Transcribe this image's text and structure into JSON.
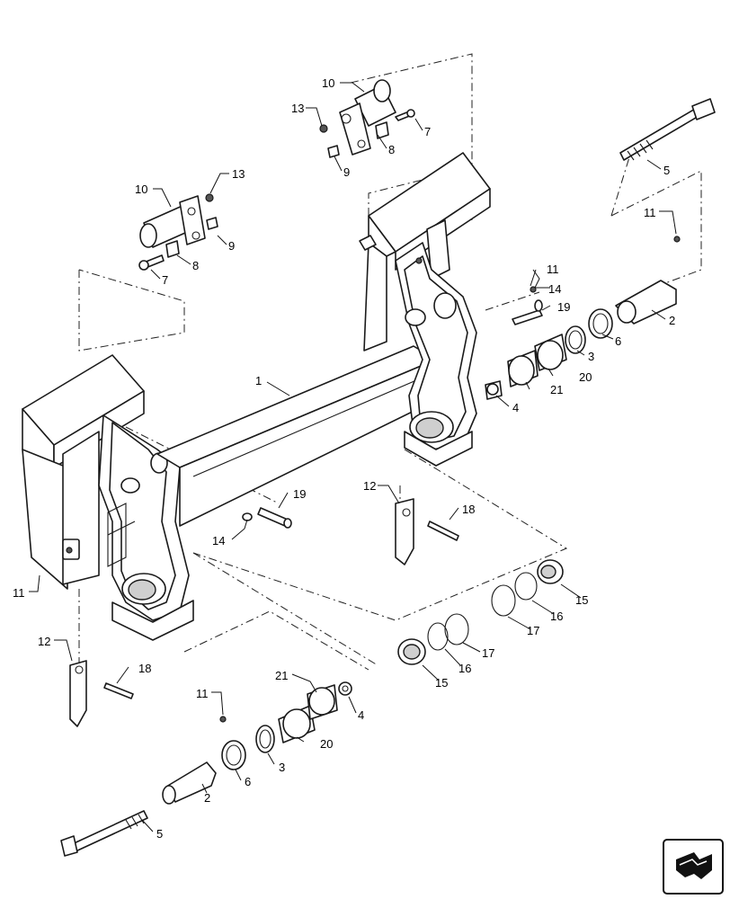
{
  "diagram": {
    "callouts": [
      {
        "id": "c1",
        "label": "1"
      },
      {
        "id": "c2a",
        "label": "2"
      },
      {
        "id": "c2b",
        "label": "2"
      },
      {
        "id": "c3a",
        "label": "3"
      },
      {
        "id": "c3b",
        "label": "3"
      },
      {
        "id": "c4a",
        "label": "4"
      },
      {
        "id": "c4b",
        "label": "4"
      },
      {
        "id": "c5a",
        "label": "5"
      },
      {
        "id": "c5b",
        "label": "5"
      },
      {
        "id": "c6a",
        "label": "6"
      },
      {
        "id": "c6b",
        "label": "6"
      },
      {
        "id": "c7a",
        "label": "7"
      },
      {
        "id": "c7b",
        "label": "7"
      },
      {
        "id": "c8a",
        "label": "8"
      },
      {
        "id": "c8b",
        "label": "8"
      },
      {
        "id": "c9a",
        "label": "9"
      },
      {
        "id": "c9b",
        "label": "9"
      },
      {
        "id": "c10a",
        "label": "10"
      },
      {
        "id": "c10b",
        "label": "10"
      },
      {
        "id": "c11a",
        "label": "11"
      },
      {
        "id": "c11b",
        "label": "11"
      },
      {
        "id": "c11c",
        "label": "11"
      },
      {
        "id": "c11d",
        "label": "11"
      },
      {
        "id": "c12a",
        "label": "12"
      },
      {
        "id": "c12b",
        "label": "12"
      },
      {
        "id": "c13a",
        "label": "13"
      },
      {
        "id": "c13b",
        "label": "13"
      },
      {
        "id": "c14a",
        "label": "14"
      },
      {
        "id": "c14b",
        "label": "14"
      },
      {
        "id": "c15a",
        "label": "15"
      },
      {
        "id": "c15b",
        "label": "15"
      },
      {
        "id": "c16a",
        "label": "16"
      },
      {
        "id": "c16b",
        "label": "16"
      },
      {
        "id": "c17a",
        "label": "17"
      },
      {
        "id": "c17b",
        "label": "17"
      },
      {
        "id": "c18a",
        "label": "18"
      },
      {
        "id": "c18b",
        "label": "18"
      },
      {
        "id": "c19a",
        "label": "19"
      },
      {
        "id": "c19b",
        "label": "19"
      },
      {
        "id": "c20a",
        "label": "20"
      },
      {
        "id": "c20b",
        "label": "20"
      },
      {
        "id": "c21a",
        "label": "21"
      },
      {
        "id": "c21b",
        "label": "21"
      }
    ],
    "nav_icon": "arrow-corner-icon"
  }
}
